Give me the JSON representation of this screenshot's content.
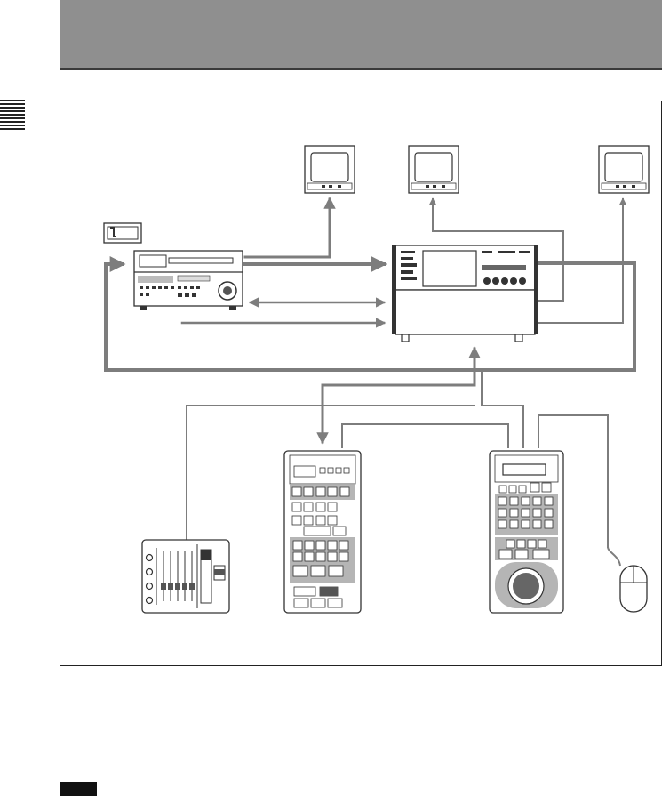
{
  "colors": {
    "header_band": "#8f8f8f",
    "cable": "#7d7d7d",
    "device_outline": "#333333",
    "panel_gray": "#b5b5b5"
  },
  "diagram": {
    "devices": [
      "video-monitor-1",
      "video-monitor-2",
      "video-monitor-3",
      "video-cassette",
      "video-recorder",
      "disk-recorder-unit",
      "expansion-unit",
      "audio-mixer",
      "control-panel-keypad",
      "jog-shuttle-controller",
      "mouse"
    ],
    "icons": [
      "arrow-icon"
    ]
  }
}
